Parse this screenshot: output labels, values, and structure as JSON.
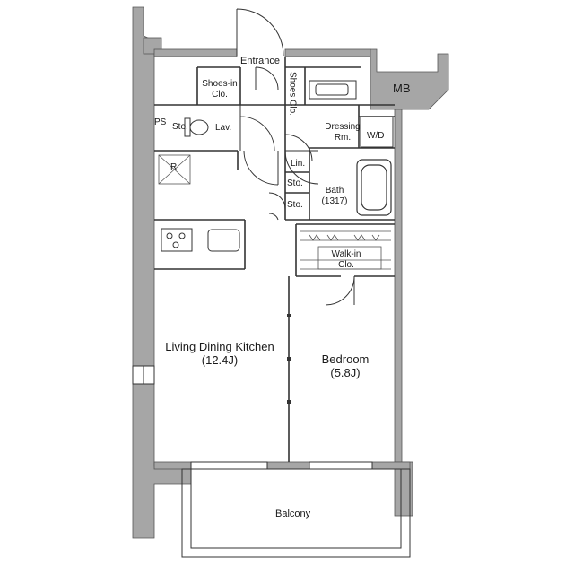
{
  "rooms": {
    "entrance": "Entrance",
    "shoes_in_clo_line1": "Shoes-in",
    "shoes_in_clo_line2": "Clo.",
    "shoes_clo_line1": "Shoes",
    "shoes_clo_line2": "Clo.",
    "mb": "MB",
    "ps": "PS",
    "sto_top": "Sto.",
    "lav": "Lav.",
    "dressing_line1": "Dressing",
    "dressing_line2": "Rm.",
    "wd": "W/D",
    "r": "R",
    "lin": "Lin.",
    "sto_mid": "Sto.",
    "sto_low": "Sto.",
    "bath_line1": "Bath",
    "bath_line2": "(1317)",
    "walkin_line1": "Walk-in",
    "walkin_line2": "Clo.",
    "ldk_line1": "Living Dining Kitchen",
    "ldk_line2": "(12.4J)",
    "bedroom_line1": "Bedroom",
    "bedroom_line2": "(5.8J)",
    "balcony": "Balcony"
  },
  "colors": {
    "wall": "#a6a6a6",
    "line": "#333333",
    "background": "#ffffff"
  }
}
